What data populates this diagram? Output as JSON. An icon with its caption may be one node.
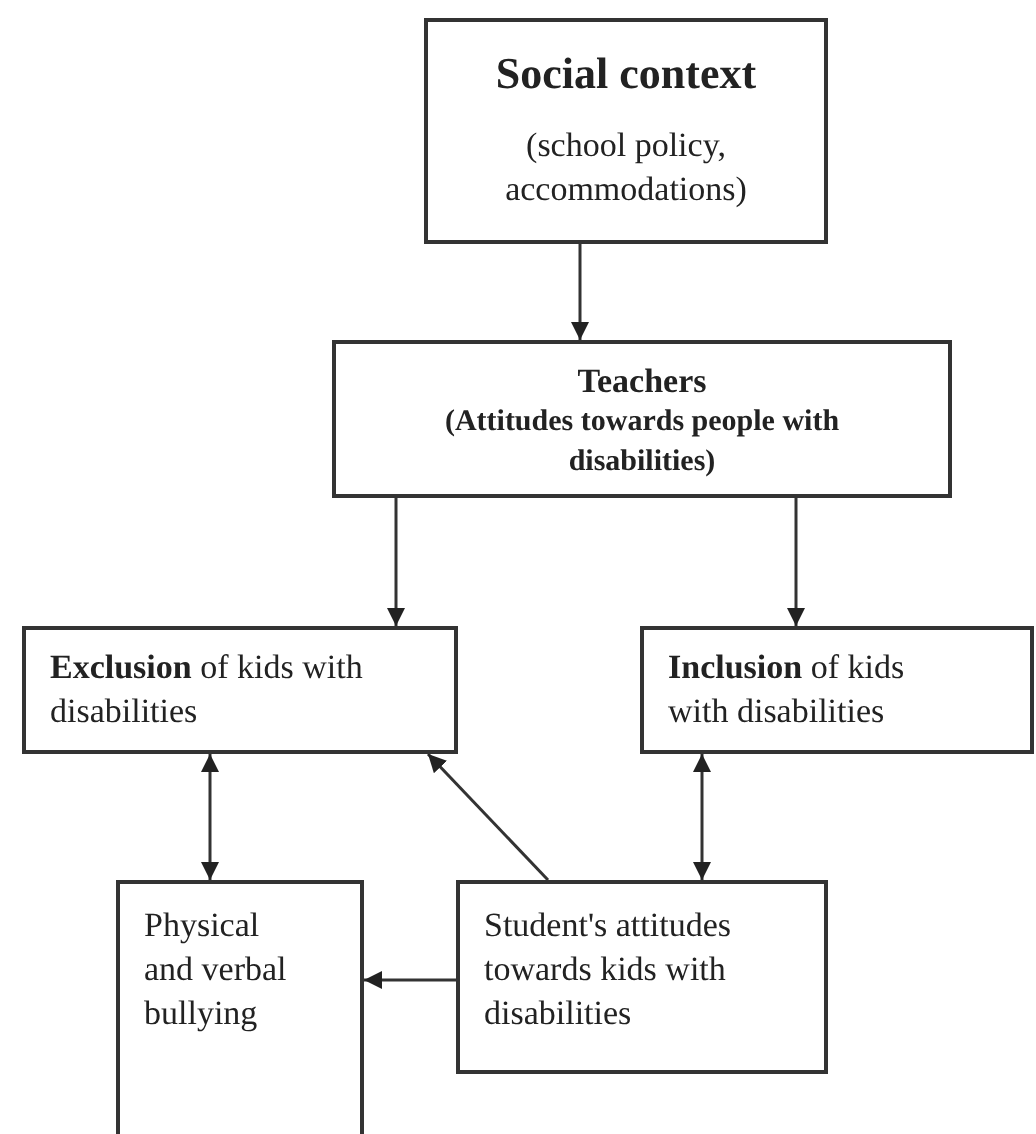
{
  "diagram": {
    "nodes": [
      {
        "text": [
          "Social context",
          "(school policy, accommodations)"
        ]
      },
      {
        "text": [
          "Teachers",
          "(Attitudes towards people with disabilities)"
        ]
      },
      {
        "text": [
          "**Exclusion** of kids with disabilities"
        ]
      },
      {
        "text": [
          "**Inclusion** of kids with disabilities"
        ]
      },
      {
        "text": [
          "Physical and verbal bullying"
        ]
      },
      {
        "text": [
          "Student's attitudes towards kids with disabilities"
        ]
      }
    ],
    "edges": [
      {
        "from": 0,
        "to": 1,
        "arrow": "to"
      },
      {
        "from": 1,
        "to": 2,
        "arrow": "to"
      },
      {
        "from": 1,
        "to": 3,
        "arrow": "to"
      },
      {
        "from": 2,
        "to": 4,
        "arrow": "both"
      },
      {
        "from": 3,
        "to": 5,
        "arrow": "both"
      },
      {
        "from": 5,
        "to": 2,
        "arrow": "to"
      },
      {
        "from": 5,
        "to": 4,
        "arrow": "to"
      }
    ]
  }
}
